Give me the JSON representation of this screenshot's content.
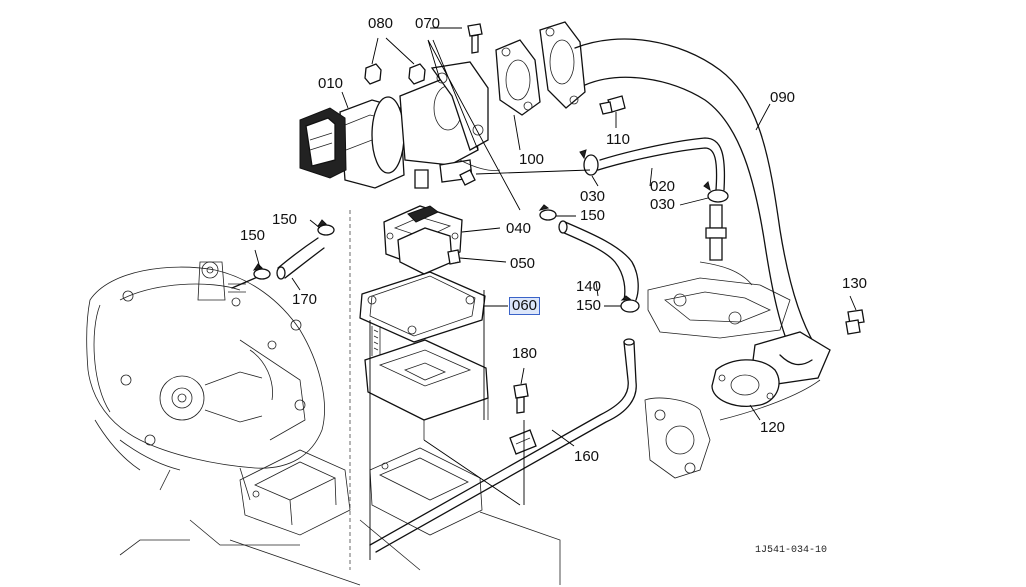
{
  "callouts": [
    {
      "id": "c010",
      "label": "010"
    },
    {
      "id": "c020",
      "label": "020"
    },
    {
      "id": "c030a",
      "label": "030"
    },
    {
      "id": "c030b",
      "label": "030"
    },
    {
      "id": "c040",
      "label": "040"
    },
    {
      "id": "c050",
      "label": "050"
    },
    {
      "id": "c060",
      "label": "060",
      "highlighted": true
    },
    {
      "id": "c070",
      "label": "070"
    },
    {
      "id": "c080",
      "label": "080"
    },
    {
      "id": "c090",
      "label": "090"
    },
    {
      "id": "c100",
      "label": "100"
    },
    {
      "id": "c110",
      "label": "110"
    },
    {
      "id": "c120",
      "label": "120"
    },
    {
      "id": "c130",
      "label": "130"
    },
    {
      "id": "c140",
      "label": "140"
    },
    {
      "id": "c150a",
      "label": "150"
    },
    {
      "id": "c150b",
      "label": "150"
    },
    {
      "id": "c150c",
      "label": "150"
    },
    {
      "id": "c150d",
      "label": "150"
    },
    {
      "id": "c160",
      "label": "160"
    },
    {
      "id": "c170",
      "label": "170"
    },
    {
      "id": "c180",
      "label": "180"
    }
  ],
  "figure_id": "1J541-034-10",
  "colors": {
    "line": "#111111",
    "highlight_border": "#3a63c8",
    "highlight_fill": "#dce6fa"
  }
}
